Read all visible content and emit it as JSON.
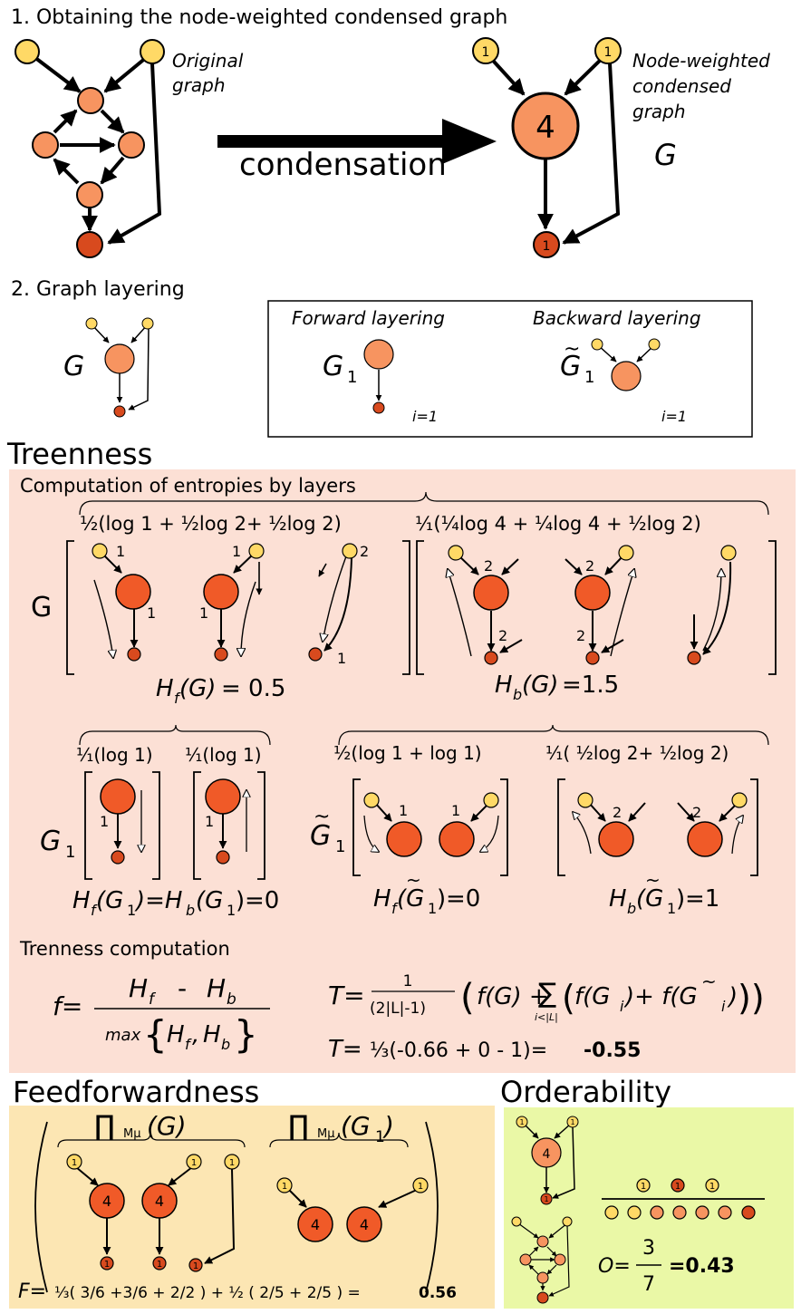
{
  "colors": {
    "yellow": "#ffd966",
    "light_orange": "#f79460",
    "orange": "#f05a28",
    "dark_orange": "#d84a1e",
    "treeness_bg": "#fce0d5",
    "feed_bg": "#fce6b3",
    "order_bg": "#eaf8a6"
  },
  "section1": {
    "title": "1. Obtaining the node-weighted condensed graph",
    "original_graph_label": [
      "Original",
      "graph"
    ],
    "arrow_label": "condensation",
    "condensed_label": [
      "Node-weighted",
      "condensed",
      "graph"
    ],
    "G": "G",
    "weights": {
      "top_left": "1",
      "top_right": "1",
      "center": "4",
      "bottom": "1"
    }
  },
  "section2": {
    "title": "2. Graph layering",
    "G": "G",
    "forward": "Forward layering",
    "backward": "Backward layering",
    "G1": "G",
    "sub1": "1",
    "i_label": "i=1"
  },
  "treeness": {
    "title": "Treenness",
    "entropies_title": "Computation of entropies by layers",
    "forward_formula": "½(log 1 + ½log 2+ ½log 2)",
    "backward_formula": "⅟₁(¼log 4 + ¼log 4 + ½log 2)",
    "G": "G",
    "hf_G": "= 0.5",
    "hb_G": "=1.5",
    "g1_forward": "⅟₁(log 1)",
    "g1_backward": "⅟₁(log 1)",
    "gt1_forward": "½(log 1 + log 1)",
    "gt1_backward": "⅟₁( ½log 2+ ½log 2)",
    "hf_hb_G1": "=0",
    "hf_Gt1": "=0",
    "hb_Gt1": "=1",
    "num_labels": {
      "one": "1",
      "two": "2"
    },
    "trenness_title": "Trenness computation",
    "f_label": "f=",
    "Hf": "H",
    "Hb": "H",
    "minus": "-",
    "max_label": "max",
    "T_label": "T=",
    "T_num": "1",
    "T_den": "(2|L|-1)",
    "T_body": "f(G) +",
    "T_sum_sub": "i<|L|",
    "T_result_prefix": "T=",
    "T_result": "⅓(-0.66 + 0 - 1)=",
    "T_value": "-0.55"
  },
  "feedforwardness": {
    "title": "Feedforwardness",
    "prod_G": "∏",
    "mmu": "Mμ",
    "prod_G_arg": "(G)",
    "prod_G1_arg": "(G",
    "F_prefix": "F=",
    "F_formula": "⅓( 3/6 +3/6 + 2/2 ) + ½ ( 2/5 + 2/5 ) =",
    "F_value": "0.56",
    "weights": {
      "one": "1",
      "four": "4"
    }
  },
  "orderability": {
    "title": "Orderability",
    "O_label": "O=",
    "O_num": "3",
    "O_den": "7",
    "O_value": "=0.43",
    "weights": {
      "one": "1",
      "four": "4"
    }
  }
}
